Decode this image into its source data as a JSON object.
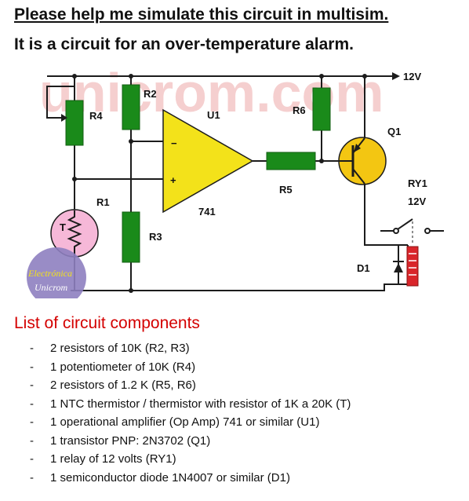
{
  "header": {
    "line1": "Please help me simulate this circuit in multisim.",
    "line2": "It is a circuit for an over-temperature alarm."
  },
  "schematic": {
    "watermark": "unicrom.com",
    "supply_label": "12V",
    "labels": {
      "r2": "R2",
      "r4": "R4",
      "u1": "U1",
      "r6": "R6",
      "q1": "Q1",
      "r5": "R5",
      "r1": "R1",
      "op_amp": "741",
      "r3": "R3",
      "ry1": "RY1",
      "ry1_voltage": "12V",
      "d1": "D1",
      "thermistor": "T",
      "minus": "−",
      "plus": "+"
    },
    "badge": {
      "line1": "Electrónica",
      "line2": "Unicrom"
    },
    "colors": {
      "resistor": "#1a8a1a",
      "op_amp": "#f3e21a",
      "transistor": "#f3c612",
      "thermistor": "#f6b8d8",
      "relay_coil": "#d9252a",
      "wire": "#1c1c1c",
      "component_title": "#d40000"
    }
  },
  "components": {
    "title": "List of circuit components",
    "bullet": "-",
    "items": [
      "2 resistors of 10K (R2, R3)",
      "1 potentiometer of 10K (R4)",
      "2 resistors of 1.2 K (R5, R6)",
      "1 NTC thermistor / thermistor with resistor of 1K a 20K (T)",
      "1 operational amplifier (Op Amp) 741 or similar (U1)",
      "1 transistor PNP: 2N3702 (Q1)",
      "1 relay of 12 volts (RY1)",
      "1 semiconductor diode 1N4007 or similar (D1)"
    ]
  }
}
